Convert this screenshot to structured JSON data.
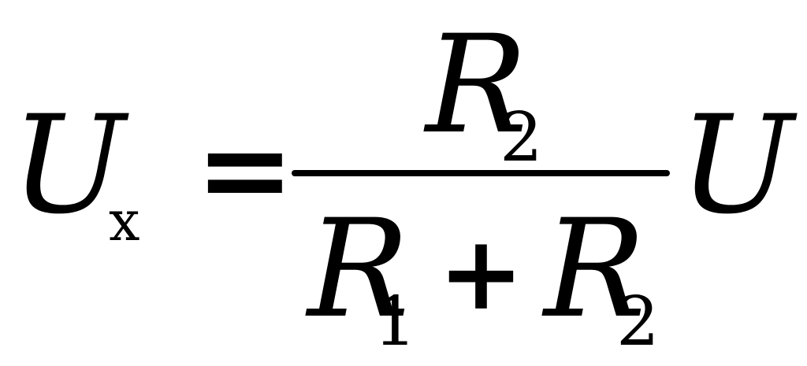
{
  "formula": {
    "lhs": {
      "symbol": "U",
      "subscript": "x"
    },
    "equals": "=",
    "numerator": {
      "symbol": "R",
      "subscript": "2"
    },
    "denominator": {
      "term1": {
        "symbol": "R",
        "subscript": "1"
      },
      "operator": "+",
      "term2": {
        "symbol": "R",
        "subscript": "2"
      }
    },
    "multiplier": {
      "symbol": "U"
    }
  }
}
